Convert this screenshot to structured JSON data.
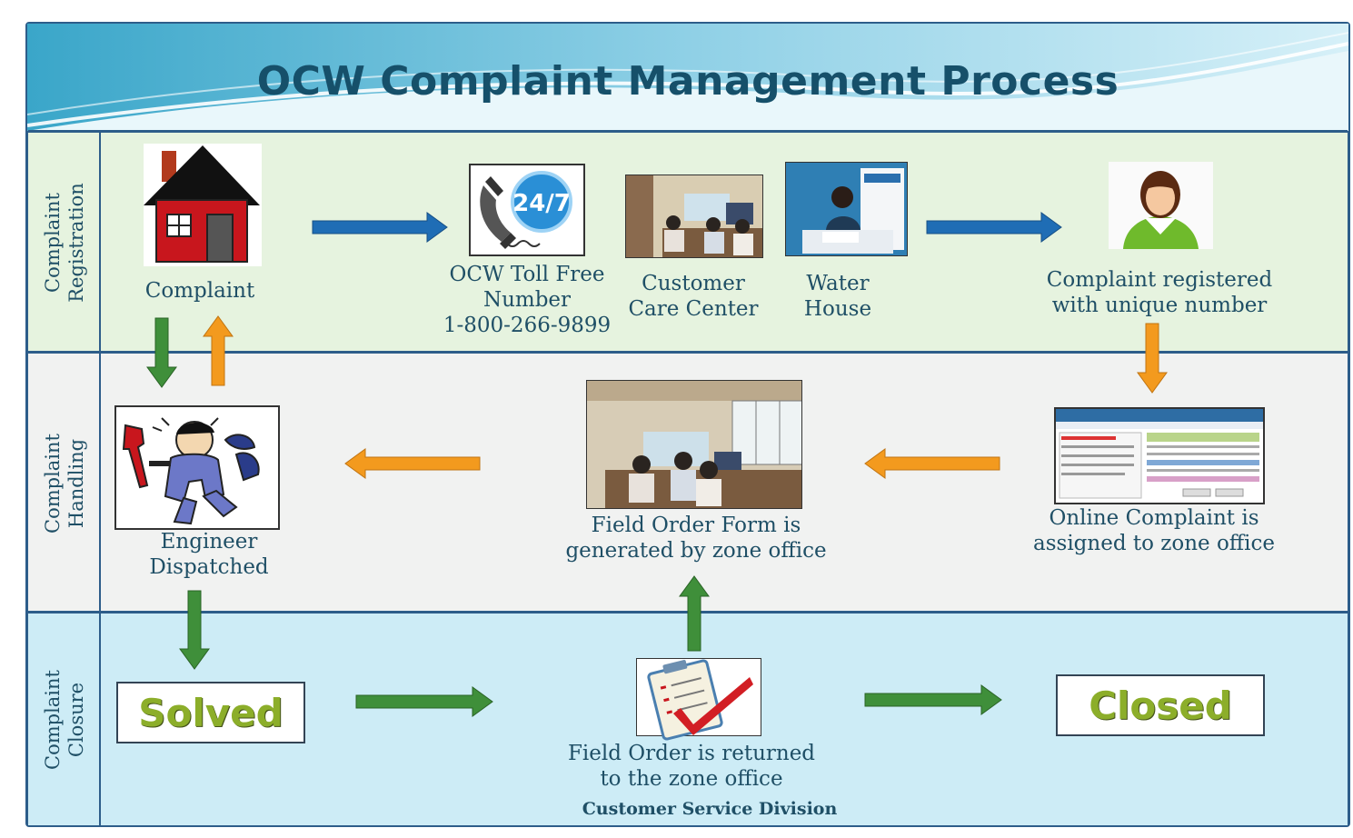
{
  "title": "OCW Complaint Management Process",
  "lanes": [
    {
      "label": "Complaint\nRegistration"
    },
    {
      "label": "Complaint\nHandling"
    },
    {
      "label": "Complaint\nClosure"
    }
  ],
  "registration": {
    "complaint": "Complaint",
    "toll_free": "OCW Toll Free\nNumber\n1-800-266-9899",
    "toll_badge": "24/7",
    "customer_care": "Customer\nCare Center",
    "water_house": "Water\nHouse",
    "registered": "Complaint registered\nwith unique number"
  },
  "handling": {
    "engineer": "Engineer\nDispatched",
    "field_order_form": "Field Order Form is\ngenerated by zone office",
    "online_assigned": "Online Complaint is\nassigned to zone office"
  },
  "closure": {
    "solved": "Solved",
    "field_order_returned": "Field Order is returned\nto the zone office",
    "division": "Customer Service Division",
    "closed": "Closed"
  },
  "colors": {
    "blue_arrow": "#1f6db5",
    "orange_arrow": "#f39a1e",
    "green_arrow": "#3f8f3a",
    "text": "#1f4f66",
    "border": "#2d5d8a"
  }
}
